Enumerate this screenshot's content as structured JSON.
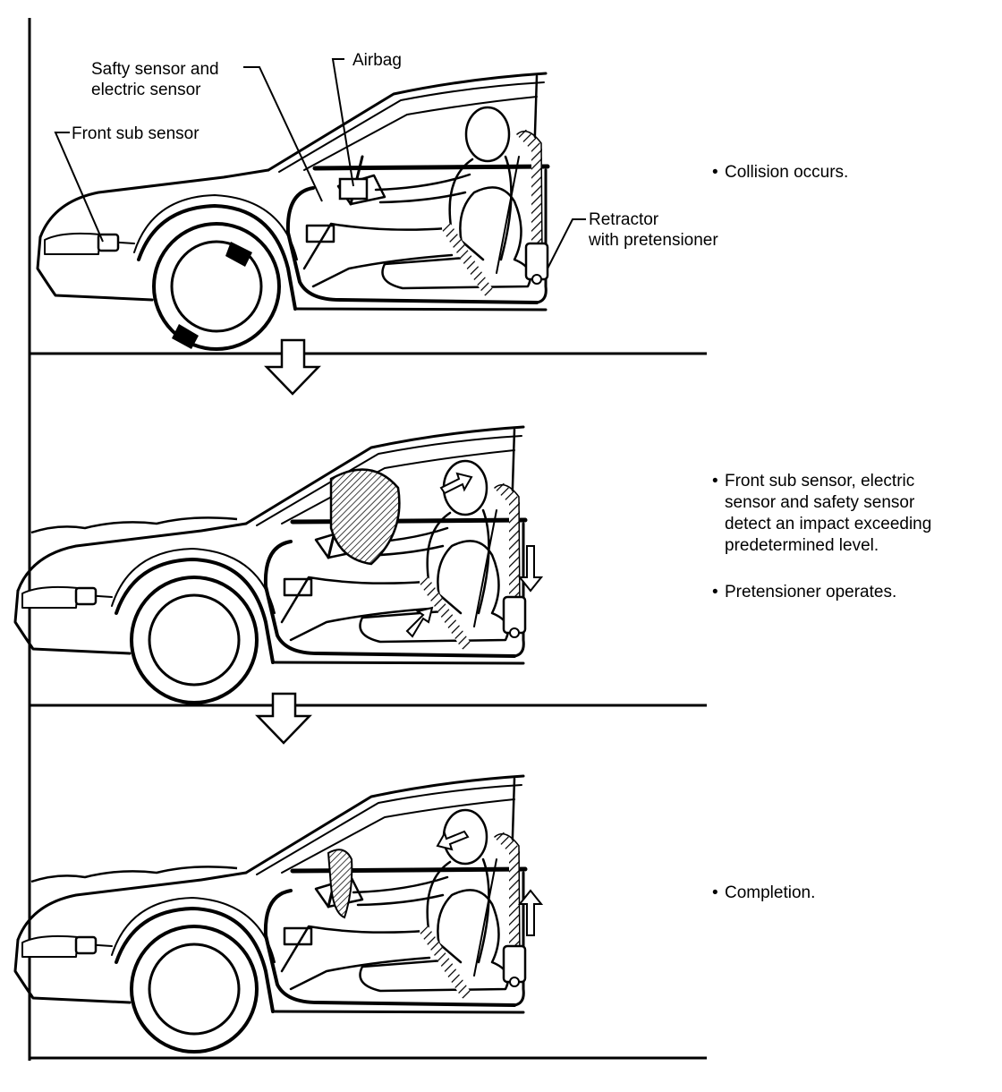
{
  "labels": {
    "safety_sensor_line1": "Safty sensor and",
    "safety_sensor_line2": "electric sensor",
    "airbag": "Airbag",
    "front_sub_sensor": "Front sub sensor",
    "retractor_line1": "Retractor",
    "retractor_line2": "with pretensioner"
  },
  "steps": [
    {
      "lines": [
        "Collision occurs."
      ]
    },
    {
      "lines": [
        "Front sub sensor, electric",
        "sensor and safety sensor",
        "detect an impact exceeding",
        "predetermined level."
      ]
    },
    {
      "lines": [
        "Pretensioner operates."
      ]
    },
    {
      "lines": [
        "Completion."
      ]
    }
  ],
  "bullet": "•"
}
